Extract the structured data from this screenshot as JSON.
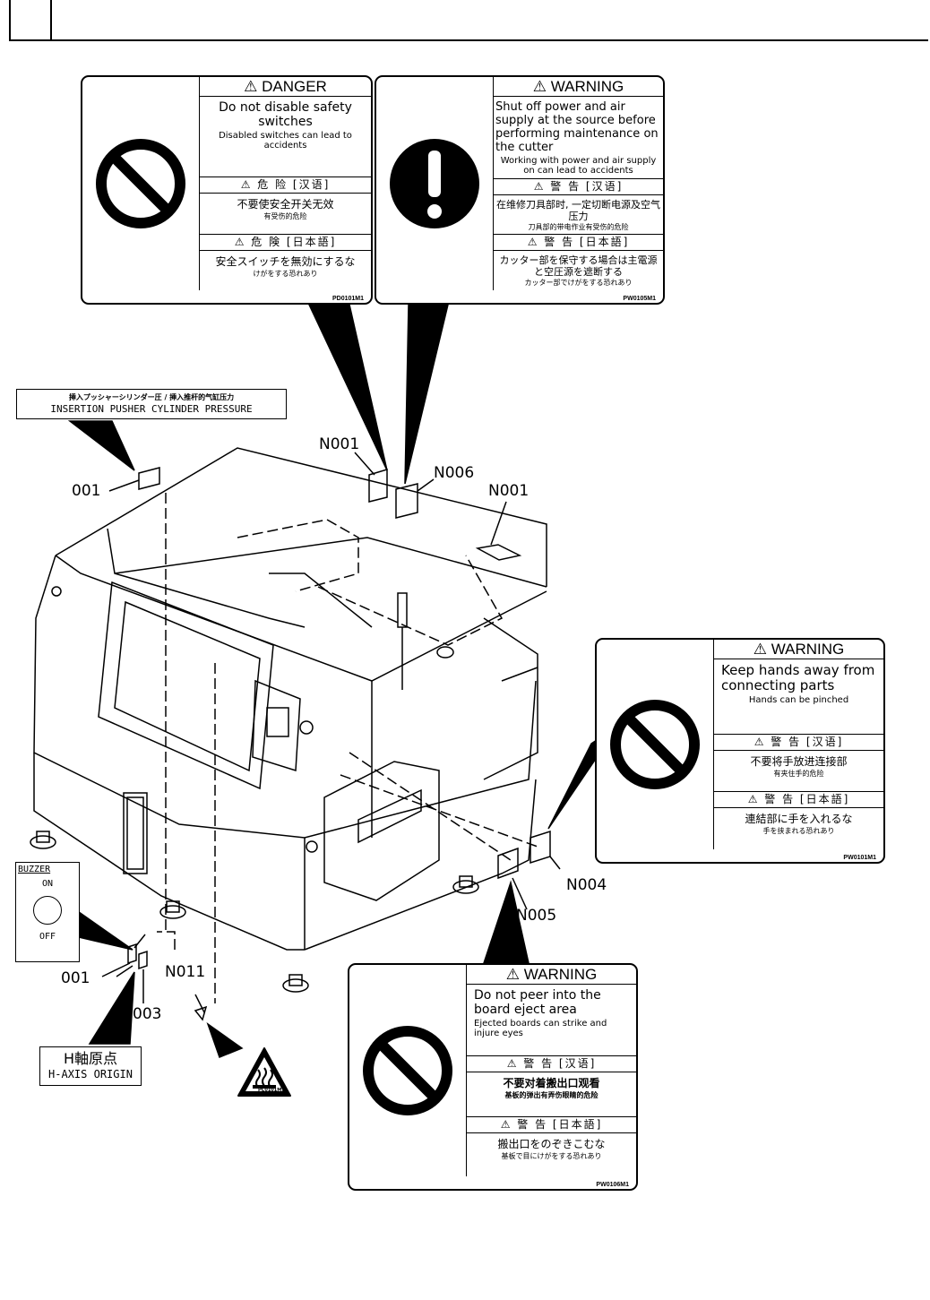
{
  "labels": {
    "danger": {
      "header": "⚠ DANGER",
      "main": "Do not disable safety switches",
      "sub": "Disabled switches can lead to accidents",
      "cn_header": "⚠ 危 险 [汉语]",
      "cn_main": "不要使安全开关无效",
      "cn_sub": "有受伤的危险",
      "jp_header": "⚠ 危 険 [日本語]",
      "jp_main": "安全スイッチを無効にするな",
      "jp_sub": "けがをする恐れあり",
      "code": "PD0101M1"
    },
    "warning_cutter": {
      "header": "⚠ WARNING",
      "main": "Shut off power and air supply at the source before performing maintenance on the cutter",
      "sub": "Working with power and air supply on can lead to accidents",
      "cn_header": "⚠ 警 告 [汉语]",
      "cn_main": "在维修刀具部时, 一定切断电源及空气压力",
      "cn_sub": "刀具部的带电作业有受伤的危险",
      "jp_header": "⚠ 警 告 [日本語]",
      "jp_main": "カッター部を保守する場合は主電源と空圧源を遮断する",
      "jp_sub": "カッター部でけがをする恐れあり",
      "code": "PW0105M1"
    },
    "warning_hands": {
      "header": "⚠ WARNING",
      "main": "Keep hands away from connecting parts",
      "sub": "Hands can be pinched",
      "cn_header": "⚠ 警 告 [汉语]",
      "cn_main": "不要将手放进连接部",
      "cn_sub": "有夹住手的危险",
      "jp_header": "⚠ 警 告 [日本語]",
      "jp_main": "連結部に手を入れるな",
      "jp_sub": "手を挟まれる恐れあり",
      "code": "PW0101M1"
    },
    "warning_eject": {
      "header": "⚠ WARNING",
      "main": "Do not peer into the board eject area",
      "sub": "Ejected boards can strike and injure eyes",
      "cn_header": "⚠ 警 告 [汉语]",
      "cn_main": "不要对着搬出口观看",
      "cn_sub": "基板的弹出有弄伤眼睛的危险",
      "jp_header": "⚠ 警 告 [日本語]",
      "jp_main": "搬出口をのぞきこむな",
      "jp_sub": "基板で目にけがをする恐れあり",
      "code": "PW0106M1"
    }
  },
  "pressure_label": {
    "jp": "挿入プッシャーシリンダー圧 / 挿入推杆的气缸压力",
    "en": "INSERTION PUSHER CYLINDER PRESSURE"
  },
  "buzzer": {
    "title": "BUZZER",
    "on": "ON",
    "off": "OFF"
  },
  "origin": {
    "jp": "H軸原点",
    "en": "H-AXIS ORIGIN"
  },
  "heat_code": "PC0101M1",
  "callouts": {
    "c001_top": "001",
    "n001_a": "N001",
    "n006": "N006",
    "n001_b": "N001",
    "n004": "N004",
    "n005": "N005",
    "c001_bot": "001",
    "c003": "003",
    "n011": "N011"
  }
}
